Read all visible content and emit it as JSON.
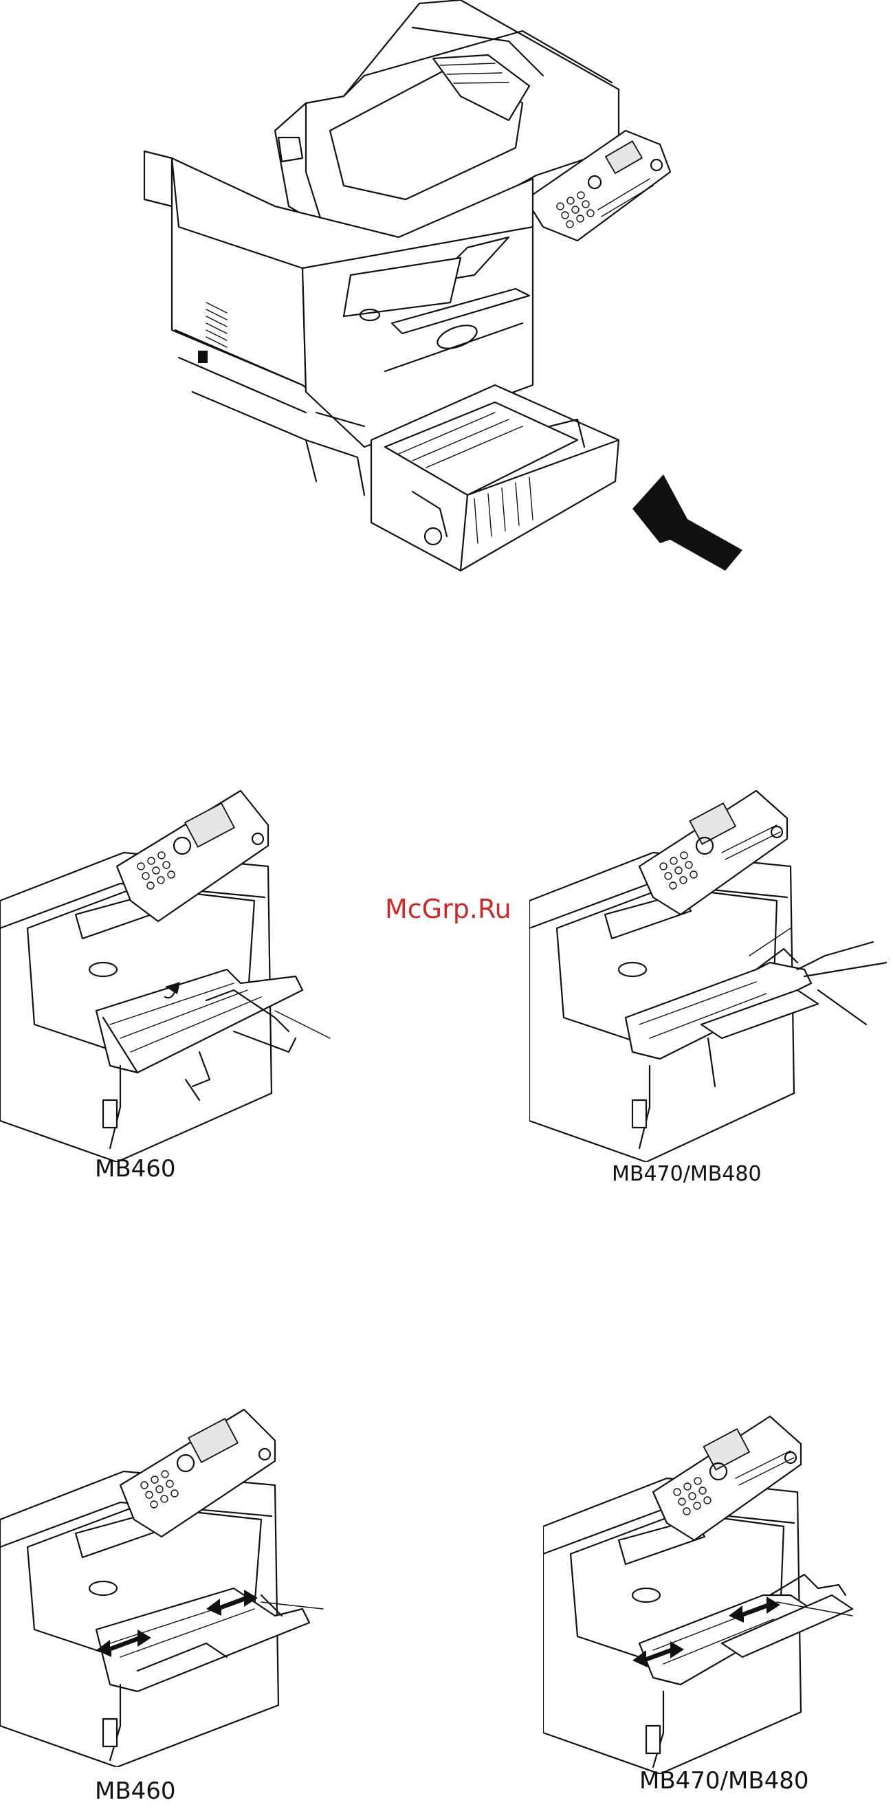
{
  "watermark": "McGrp.Ru",
  "figures": [
    {
      "id": "mfp-tray-insert",
      "caption": ""
    },
    {
      "id": "mb460-mp-tray-open",
      "caption": "MB460"
    },
    {
      "id": "mb470-mp-tray-open",
      "caption": "MB470/MB480"
    },
    {
      "id": "mb460-guides-adjust",
      "caption": "MB460"
    },
    {
      "id": "mb470-guides-adjust",
      "caption": "MB470/MB480"
    }
  ],
  "icons": {
    "insert_arrow": "insert-arrow-icon",
    "guide_arrows": "double-arrow-icon",
    "opening_arrow": "curved-arrow-icon"
  },
  "colors": {
    "line": "#111111",
    "watermark": "#cc2a2a",
    "background": "#ffffff"
  }
}
